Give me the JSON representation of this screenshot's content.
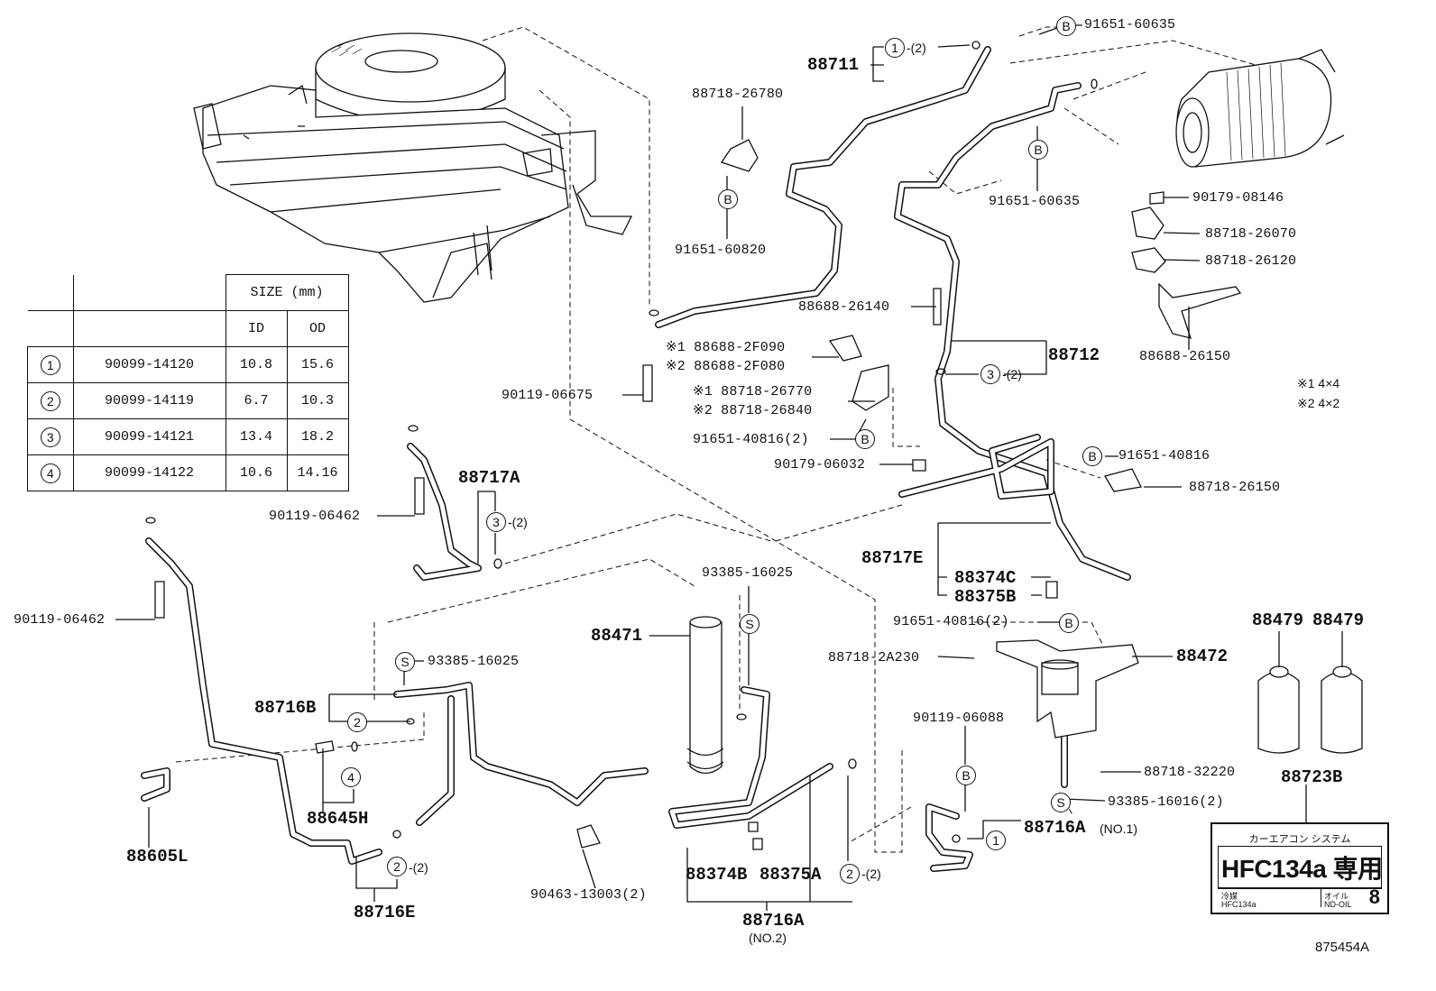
{
  "figure_id": "875454A",
  "notes": {
    "n1": "※1 4×4",
    "n2": "※2 4×2"
  },
  "size_table": {
    "header": "SIZE (mm)",
    "cols": [
      "ID",
      "OD"
    ],
    "rows": [
      {
        "mark": "1",
        "part": "90099-14120",
        "id": "10.8",
        "od": "15.6"
      },
      {
        "mark": "2",
        "part": "90099-14119",
        "id": "6.7",
        "od": "10.3"
      },
      {
        "mark": "3",
        "part": "90099-14121",
        "id": "13.4",
        "od": "18.2"
      },
      {
        "mark": "4",
        "part": "90099-14122",
        "id": "10.6",
        "od": "14.16"
      }
    ]
  },
  "labels": {
    "p88711": "88711",
    "p91651_60635_a": "91651-60635",
    "p88718_26780": "88718-26780",
    "p91651_60820": "91651-60820",
    "p91651_60635_b": "91651-60635",
    "p90179_08146": "90179-08146",
    "p88718_26070": "88718-26070",
    "p88718_26120": "88718-26120",
    "p88688_26140": "88688-26140",
    "p88688_26150_a": "88688-26150",
    "p88688_2F090": "※1 88688-2F090",
    "p88688_2F080": "※2 88688-2F080",
    "p88712": "88712",
    "p90119_06675": "90119-06675",
    "p88718_26770": "※1 88718-26770",
    "p88718_26840": "※2 88718-26840",
    "p91651_40816_2a": "91651-40816(2)",
    "p90179_06032": "90179-06032",
    "p91651_40816": "91651-40816",
    "p88718_26150": "88718-26150",
    "p88717A": "88717A",
    "p90119_06462_a": "90119-06462",
    "p90119_06462_b": "90119-06462",
    "p88717E": "88717E",
    "p88374C": "88374C",
    "p88375B": "88375B",
    "p93385_16025_a": "93385-16025",
    "p88471": "88471",
    "p91651_40816_2b": "91651-40816(2)",
    "p88718_2A230": "88718-2A230",
    "p88472": "88472",
    "p88479_a": "88479",
    "p88479_b": "88479",
    "p93385_16025_b": "93385-16025",
    "p88716B": "88716B",
    "p90119_06088": "90119-06088",
    "p88718_32220": "88718-32220",
    "p88645H": "88645H",
    "p88605L": "88605L",
    "p93385_16016": "93385-16016(2)",
    "p88723B": "88723B",
    "p88716A_1": "88716A",
    "p88716A_1_sub": "(NO.1)",
    "p88374B": "88374B",
    "p88375A": "88375A",
    "p90463_13003": "90463-13003(2)",
    "p88716E": "88716E",
    "p88716A_2": "88716A",
    "p88716A_2_sub": "(NO.2)"
  },
  "marks": {
    "one": "1",
    "two": "2",
    "three": "3",
    "four": "4",
    "B": "B",
    "S": "S",
    "qty2": "-(2)"
  },
  "hfc_label": {
    "header": "カーエアコン システム",
    "main": "HFC134a 専用",
    "foot_left_top": "冷媒",
    "foot_left_bottom": "HFC134a",
    "foot_right_top": "オイル",
    "foot_right_bottom": "ND-OIL",
    "number": "8"
  }
}
